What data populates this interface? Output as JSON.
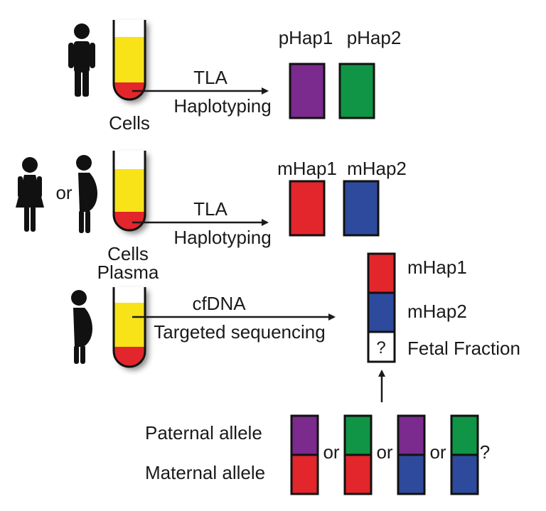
{
  "row1": {
    "tube_label": "Cells",
    "arrow_top": "TLA",
    "arrow_bottom": "Haplotyping",
    "hap1_label": "pHap1",
    "hap2_label": "pHap2"
  },
  "row2": {
    "or_label": "or",
    "tube_label_1": "Cells",
    "tube_label_2": "Plasma",
    "arrow_top": "TLA",
    "arrow_bottom": "Haplotyping",
    "hap1_label": "mHap1",
    "hap2_label": "mHap2"
  },
  "row3": {
    "arrow_top": "cfDNA",
    "arrow_bottom": "Targeted sequencing",
    "stack_labels": [
      "mHap1",
      "mHap2",
      "Fetal Fraction"
    ],
    "unknown_mark": "?"
  },
  "bottom": {
    "paternal_label": "Paternal allele",
    "maternal_label": "Maternal allele",
    "connectors": [
      "or",
      "or",
      "or"
    ],
    "end_mark": "?"
  },
  "colors": {
    "pHap1": "#7b2a8e",
    "pHap2": "#0f9545",
    "mHap1": "#e3262b",
    "mHap2": "#2e4a9c",
    "plasma": "#f7e318",
    "blood": "#e3262b"
  }
}
